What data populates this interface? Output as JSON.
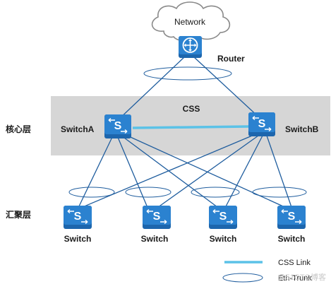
{
  "cloud_label": "Network",
  "router_label": "Router",
  "css_label": "CSS",
  "core_layer_label": "核心层",
  "agg_layer_label": "汇聚层",
  "switch_a_label": "SwitchA",
  "switch_b_label": "SwitchB",
  "agg_switches": [
    "Switch",
    "Switch",
    "Switch",
    "Switch"
  ],
  "legend": {
    "css_link": "CSS Link",
    "eth_trunk": "Eth-Trunk"
  },
  "watermark": "@51CTO博客",
  "colors": {
    "device_blue": "#2b82d0",
    "link_blue": "#1f5d9e",
    "css_link": "#5bc2e7",
    "core_band": "#d4d4d4"
  },
  "icons": {
    "router": "router-icon",
    "switch": "switch-icon",
    "cloud": "cloud-icon"
  }
}
